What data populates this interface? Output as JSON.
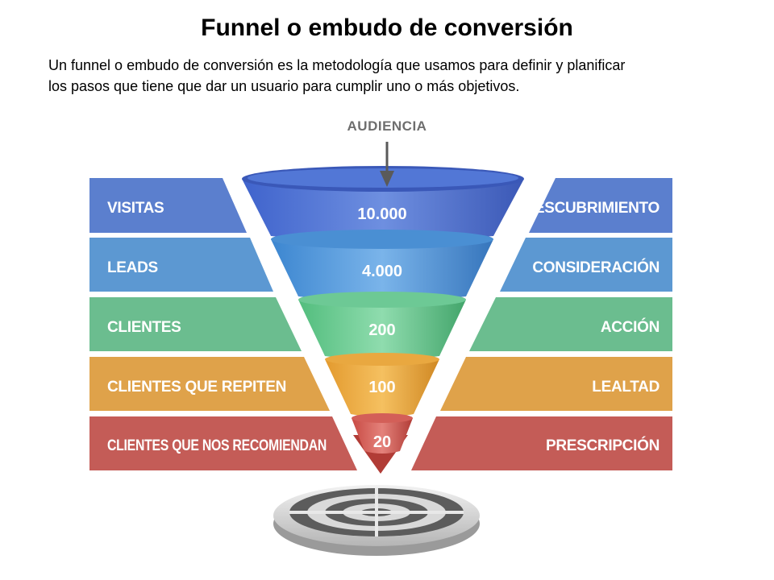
{
  "header": {
    "title": "Funnel o embudo de conversión",
    "description_line1": "Un funnel o embudo de conversión es la metodología que usamos para definir y planificar",
    "description_line2": "los pasos que tiene que dar un usuario para cumplir uno o más objetivos."
  },
  "diagram": {
    "audience_label": "AUDIENCIA",
    "stages": [
      {
        "left_label": "VISITAS",
        "value": "10.000",
        "right_label": "DESCUBRIMIENTO",
        "color": "#5b7fce"
      },
      {
        "left_label": "LEADS",
        "value": "4.000",
        "right_label": "CONSIDERACIÓN",
        "color": "#5c98d2"
      },
      {
        "left_label": "CLIENTES",
        "value": "200",
        "right_label": "ACCIÓN",
        "color": "#6bbd8f"
      },
      {
        "left_label": "CLIENTES QUE REPITEN",
        "value": "100",
        "right_label": "LEALTAD",
        "color": "#dfa24a"
      },
      {
        "left_label": "CLIENTES QUE NOS RECOMIENDAN",
        "value": "20",
        "right_label": "PRESCRIPCIÓN",
        "color": "#c45c57"
      }
    ],
    "target_icon": "target-icon"
  }
}
